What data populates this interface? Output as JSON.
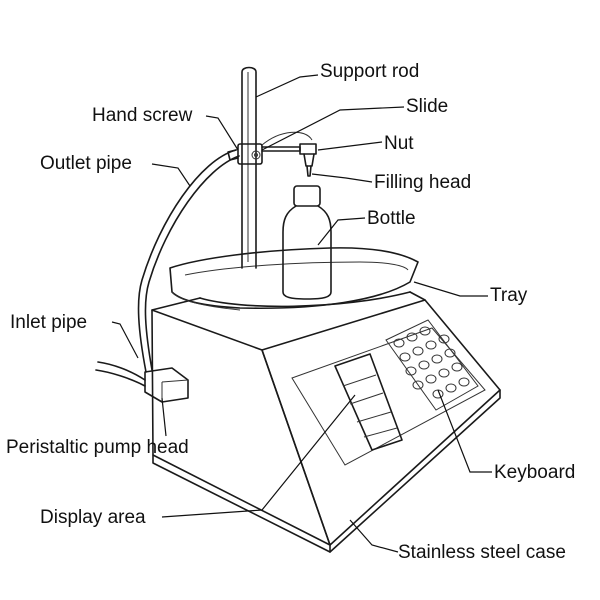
{
  "labels": {
    "support_rod": "Support rod",
    "hand_screw": "Hand screw",
    "slide": "Slide",
    "nut": "Nut",
    "outlet_pipe": "Outlet pipe",
    "filling_head": "Filling head",
    "bottle": "Bottle",
    "tray": "Tray",
    "inlet_pipe": "Inlet pipe",
    "peristaltic_pump_head": "Peristaltic pump head",
    "keyboard": "Keyboard",
    "display_area": "Display area",
    "stainless_steel_case": "Stainless steel case"
  },
  "colors": {
    "line": "#1a1a1a",
    "text": "#111111",
    "background": "#ffffff"
  }
}
